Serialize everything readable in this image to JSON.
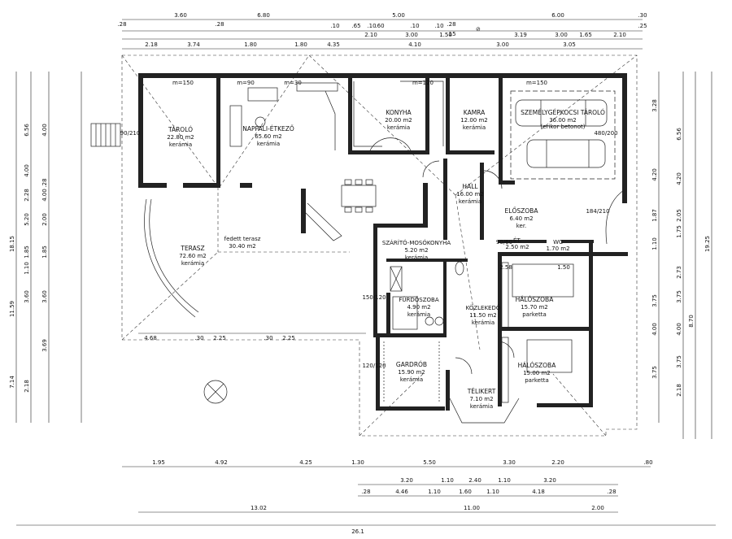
{
  "rooms": [
    {
      "id": "tarolo",
      "name": "TÁROLÓ",
      "area": "22.80 m2",
      "floor": "kerámia"
    },
    {
      "id": "nappali",
      "name": "NAPPALI-ÉTKEZŐ",
      "area": "65.60 m2",
      "floor": "kerámia"
    },
    {
      "id": "konyha",
      "name": "KONYHA",
      "area": "20.00 m2",
      "floor": "kerámia"
    },
    {
      "id": "kamra",
      "name": "KAMRA",
      "area": "12.00 m2",
      "floor": "kerámia"
    },
    {
      "id": "garazs",
      "name": "SZEMÉLYGÉPKOCSI TÁROLÓ",
      "area": "36.00 m2",
      "floor": "(erikor betonot)"
    },
    {
      "id": "hall",
      "name": "HALL",
      "area": "16.00 m2",
      "floor": "kerámia"
    },
    {
      "id": "eloszoba",
      "name": "ELŐSZOBA",
      "area": "6.40 m2",
      "floor": "ker."
    },
    {
      "id": "terasz",
      "name": "TERASZ",
      "area": "72.60 m2",
      "floor": "kerámia"
    },
    {
      "id": "fedett",
      "name": "fedett terasz",
      "area": "30.40 m2",
      "floor": ""
    },
    {
      "id": "mosokonyha",
      "name": "SZÁRÍTÓ-MOSÓKONYHA",
      "area": "5.20 m2",
      "floor": "kerámia"
    },
    {
      "id": "et",
      "name": "ÉT.",
      "area": "2.50 m2",
      "floor": ""
    },
    {
      "id": "wc",
      "name": "WC",
      "area": "1.70 m2",
      "floor": ""
    },
    {
      "id": "furdo",
      "name": "FÜRDŐSZOBA",
      "area": "4.90 m2",
      "floor": "kerámia"
    },
    {
      "id": "kozlekedo",
      "name": "KÖZLEKEDŐ",
      "area": "11.50 m2",
      "floor": "kerámia"
    },
    {
      "id": "haloszoba1",
      "name": "HÁLÓSZOBA",
      "area": "15.70 m2",
      "floor": "parketta"
    },
    {
      "id": "haloszoba2",
      "name": "HÁLÓSZOBA",
      "area": "15.00 m2",
      "floor": "parketta"
    },
    {
      "id": "gardrob",
      "name": "GARDRÓB",
      "area": "15.90 m2",
      "floor": "kerámia"
    },
    {
      "id": "telikert",
      "name": "TÉLIKERT",
      "area": "7.10 m2",
      "floor": "kerámia"
    }
  ],
  "top_dims_row1": [
    "3.60",
    "6.80",
    "5.00",
    "6.00",
    ".30",
    ".28",
    ".28",
    ".28"
  ],
  "top_dims_row2": [
    ".10",
    ".65",
    ".10",
    ".60",
    ".10",
    ".10",
    ".15",
    ".25"
  ],
  "top_dims_row3": [
    "2.10",
    "3.00",
    "1.50",
    "3.19",
    "3.00",
    "1.65",
    "2.10"
  ],
  "top_dims_row4": [
    "2.18",
    "3.74",
    "1.80",
    "1.80",
    "4.35",
    "4.10",
    "3.00",
    "3.05"
  ],
  "bottom_dims_row1": [
    "1.95",
    "4.92",
    "4.25",
    "1.30",
    "5.50",
    "3.30",
    "2.20",
    ".80"
  ],
  "bottom_dims_row2": [
    "3.20",
    "1.10",
    "2.40",
    "1.10",
    "3.20"
  ],
  "bottom_dims_row3": [
    ".28",
    "4.46",
    "1.10",
    "1.60",
    "1.10",
    "4.18",
    ".28"
  ],
  "bottom_dims_row4": [
    "13.02",
    "11.00",
    "2.00"
  ],
  "bottom_total": "26.1",
  "left_dims_outer": [
    "18.15",
    "11.59",
    "7.14"
  ],
  "left_dims_mid": [
    "6.56",
    "4.00",
    "2.28",
    "5.20",
    "1.85",
    "1.10",
    "3.60",
    "2.18"
  ],
  "left_dims_inner": [
    "4.00",
    ".28",
    "4.00",
    "2.00",
    "1.85",
    "3.60",
    "3.69"
  ],
  "right_dims_outer": [
    "19.25",
    "8.70"
  ],
  "right_dims_mid": [
    "6.56",
    "4.20",
    "2.05",
    "1.75",
    "2.73",
    "3.75",
    "4.00",
    "3.75",
    "2.18"
  ],
  "right_dims_inner": [
    "3.28",
    "4.20",
    "1.87",
    "1.10",
    "3.75",
    "4.00",
    "3.75"
  ],
  "misc_labels": [
    "m=150",
    "m=90",
    "m=30",
    "m=120",
    "m=150",
    "90/210",
    "150/120",
    "120/120",
    "90/60",
    "184/210",
    "480/200",
    "2.58",
    "1.50",
    "4.68",
    "2.25",
    "2.25",
    ".30",
    ".30"
  ]
}
